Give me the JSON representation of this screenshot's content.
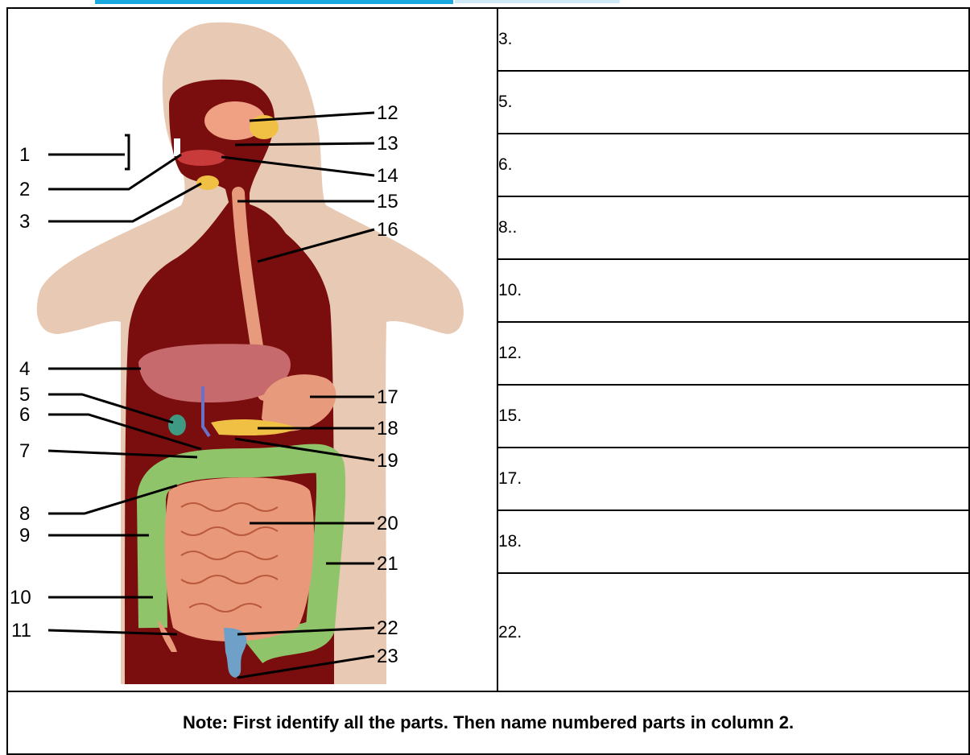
{
  "answer_rows": [
    "3.",
    "5.",
    "6.",
    "8..",
    "10.",
    "12.",
    "15.",
    "17.",
    "18.",
    "22."
  ],
  "note": "Note: First identify all the parts. Then name numbered parts in column 2.",
  "diagram_labels": [
    "1",
    "2",
    "3",
    "4",
    "5",
    "6",
    "7",
    "8",
    "9",
    "10",
    "11",
    "12",
    "13",
    "14",
    "15",
    "16",
    "17",
    "18",
    "19",
    "20",
    "21",
    "22",
    "23"
  ],
  "colors": {
    "skin": "#e8c9b3",
    "body_cavity": "#7a0d0d",
    "liver": "#c76a6e",
    "esophagus": "#e89a7c",
    "colon": "#8fc46a",
    "small_intestine": "#e9997a",
    "gallbladder": "#3e9a82",
    "salivary_gland": "#efc044",
    "rectum": "#6fa0c8"
  }
}
